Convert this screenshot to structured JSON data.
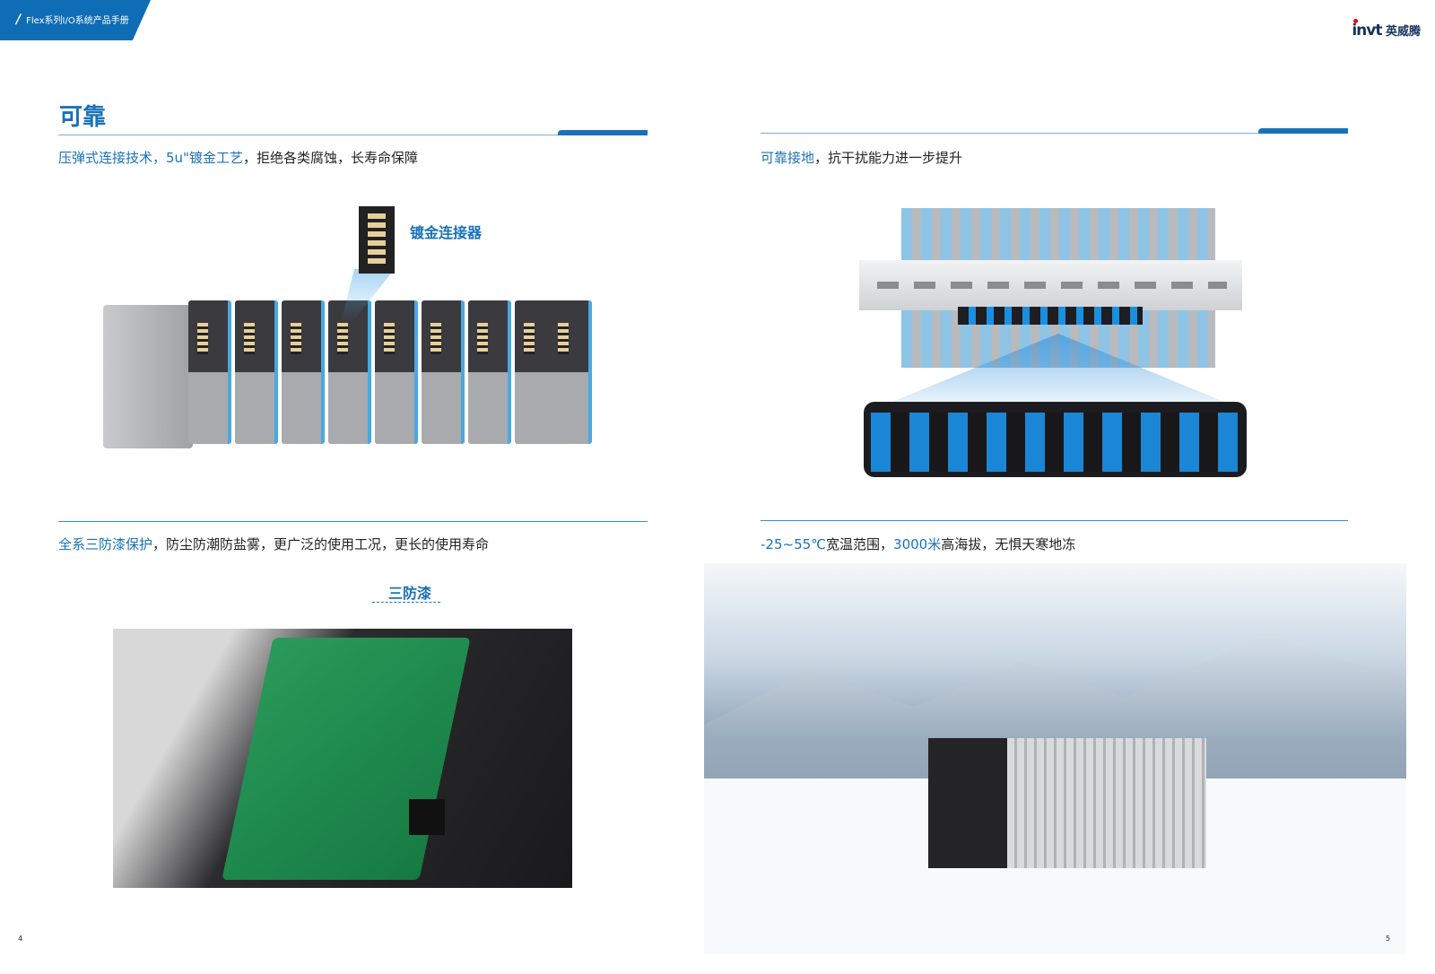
{
  "header": {
    "tab_title": "Flex系列I/O系统产品手册",
    "logo_text": "invt",
    "logo_cn": "英威腾"
  },
  "title": "可靠",
  "sections": [
    {
      "highlight": "压弹式连接技术，5u\"镀金工艺",
      "rest": "，拒绝各类腐蚀，长寿命保障",
      "callout": "镀金连接器"
    },
    {
      "highlight": "可靠接地",
      "rest": "，抗干扰能力进一步提升"
    },
    {
      "highlight": "全系三防漆保护",
      "rest": "，防尘防潮防盐雾，更广泛的使用工况，更长的使用寿命",
      "callout": "三防漆"
    },
    {
      "highlight1": "-25~55℃",
      "mid": "宽温范围，",
      "highlight2": "3000米",
      "rest": "高海拔，无惧天寒地冻"
    }
  ],
  "page_numbers": {
    "left": "4",
    "right": "5"
  },
  "colors": {
    "accent": "#1872b8"
  }
}
